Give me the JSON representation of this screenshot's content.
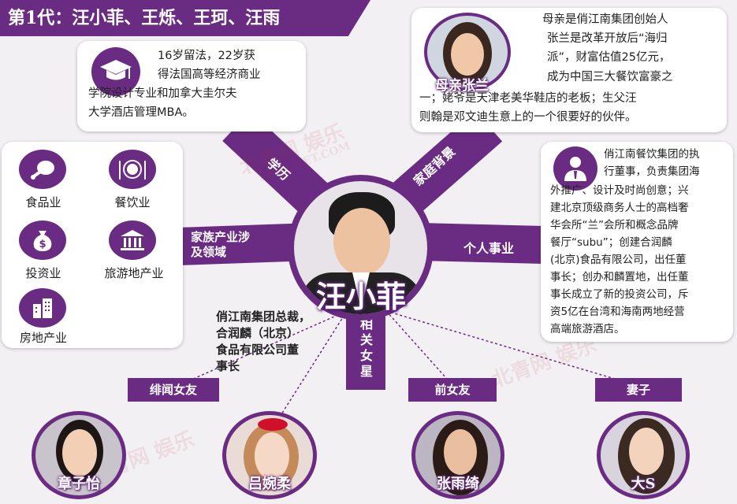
{
  "banner": {
    "title": "第1代：汪小菲、王烁、王珂、汪雨"
  },
  "center": {
    "name": "汪小菲"
  },
  "education": {
    "text_lines": [
      "16岁留法，22岁获",
      "得法国高等经济商业",
      "学院设计专业和加拿大圭尔夫",
      "大学酒店管理MBA。"
    ],
    "spoke_label": "学历"
  },
  "family": {
    "mother_label": "母亲张兰",
    "text_lines": [
      "母亲是俏江南集团创始人",
      "张兰是改革开放后“海归",
      "派”，财富估值25亿元，",
      "成为中国三大餐饮富豪之",
      "一；姥爷是天津老美华鞋店的老板；生父汪",
      "则翰是邓文迪生意上的一个很要好的伙伴。"
    ],
    "spoke_label": "家庭背景"
  },
  "industries": {
    "spoke_label_lines": [
      "家族产业涉",
      "及领域"
    ],
    "items": [
      {
        "label": "食品业",
        "icon": "meat-leg-icon"
      },
      {
        "label": "餐饮业",
        "icon": "dinner-plate-icon"
      },
      {
        "label": "投资业",
        "icon": "money-bag-icon"
      },
      {
        "label": "旅游地产业",
        "icon": "bank-building-icon"
      },
      {
        "label": "房地产业",
        "icon": "office-building-icon"
      }
    ]
  },
  "career": {
    "spoke_label": "个人事业",
    "text_lines": [
      "俏江南餐饮集团的执",
      "行董事，负责集团海",
      "外推广、设计及时尚创意；兴",
      "建北京顶级商务人士的高档奢",
      "华会所“兰”会所和概念品牌",
      "餐厅“subu”；创建合润麟",
      "(北京)食品有限公司，出任董",
      "事长；创办和麟置地，出任董",
      "事长成立了新的投资公司，斥",
      "资5亿在台湾和海南两地经营",
      "高端旅游酒店。"
    ]
  },
  "title_note": {
    "lines": [
      "俏江南集团总裁，",
      "合润麟（北京）",
      "食品有限公司董",
      "事长"
    ]
  },
  "relations": {
    "spoke_label": [
      "相",
      "关",
      "女",
      "星"
    ],
    "people": [
      {
        "category": "绯闻女友",
        "name": "章子怡"
      },
      {
        "category": "",
        "name": "吕婉柔"
      },
      {
        "category": "前女友",
        "name": "张雨绮"
      },
      {
        "category": "妻子",
        "name": "大S"
      }
    ]
  },
  "watermark": {
    "brand": "北青网 娱乐",
    "url": "ENT.YNET.COM"
  },
  "colors": {
    "primary": "#6a2c83",
    "background": "#f3f0f4",
    "card": "#ffffff"
  }
}
